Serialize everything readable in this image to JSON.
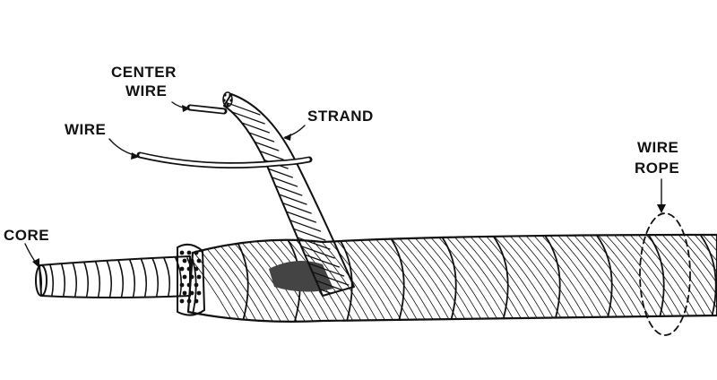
{
  "labels": {
    "center_wire_line1": "CENTER",
    "center_wire_line2": "WIRE",
    "wire": "WIRE",
    "strand": "STRAND",
    "wire_rope_line1": "WIRE",
    "wire_rope_line2": "ROPE",
    "core": "CORE"
  },
  "colors": {
    "ink": "#111111",
    "background": "#ffffff",
    "core_fill": "#555555"
  }
}
